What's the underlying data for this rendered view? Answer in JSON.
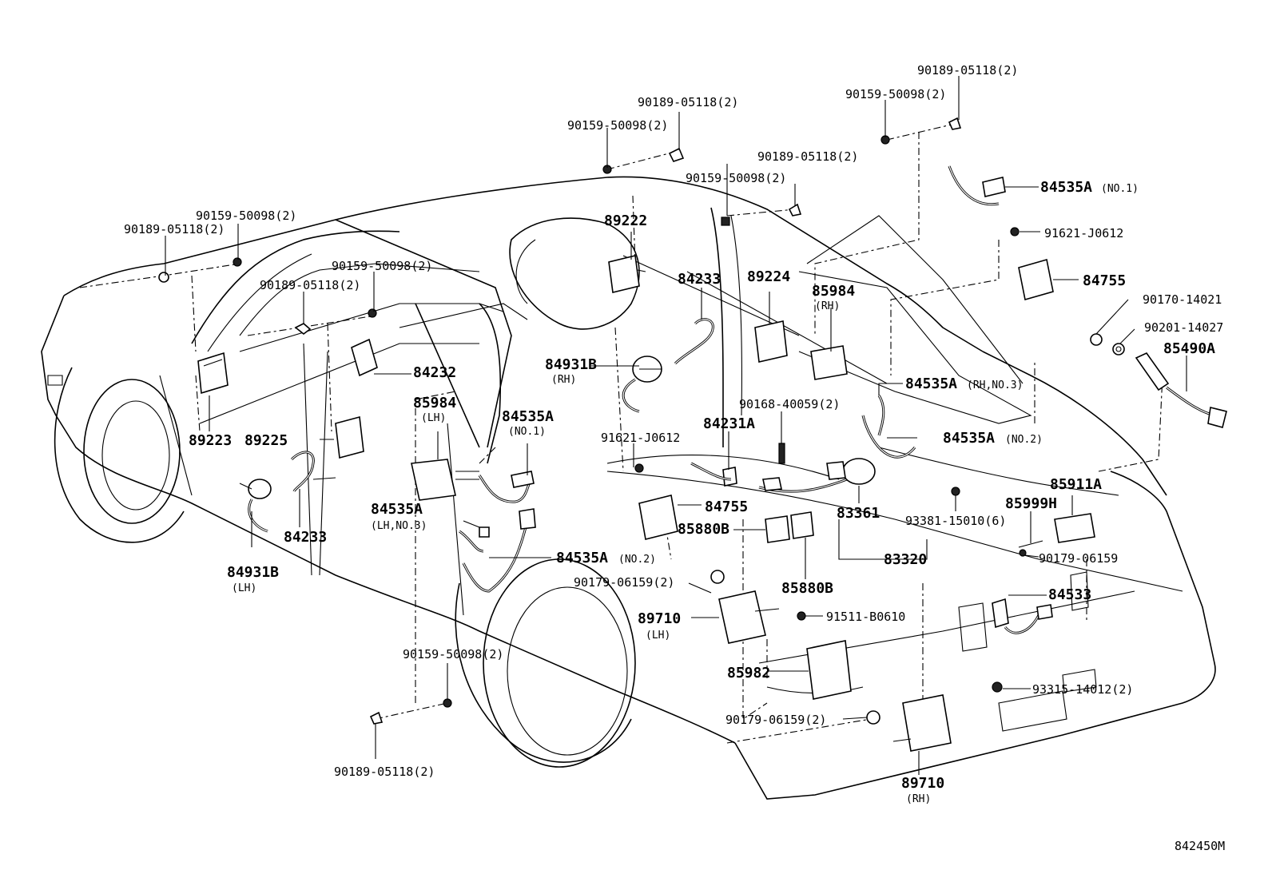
{
  "diagram_code": "842450M",
  "labels": {
    "l01": "90189-05118(2)",
    "l02": "90159-50098(2)",
    "l03": "90189-05118(2)",
    "l04": "90159-50098(2)",
    "l05": "90189-05118(2)",
    "l06": "90159-50098(2)",
    "l07": "84535A",
    "l07s": "(NO.1)",
    "l08": "91621-J0612",
    "l09": "84755",
    "l10": "90170-14021",
    "l11": "90201-14027",
    "l12": "85490A",
    "l13": "90159-50098(2)",
    "l14": "90189-05118(2)",
    "l15": "90159-50098(2)",
    "l16": "90189-05118(2)",
    "l17": "89222",
    "l18": "84233",
    "l19": "89224",
    "l20": "85984",
    "l20s": "(RH)",
    "l21": "84232",
    "l22": "84931B",
    "l22s": "(RH)",
    "l23": "84535A",
    "l23s": "(RH,NO.3)",
    "l24": "90168-40059(2)",
    "l25": "84535A",
    "l25s": "(NO.2)",
    "l26": "85984",
    "l26s": "(LH)",
    "l27": "84535A",
    "l27s": "(NO.1)",
    "l28": "91621-J0612",
    "l29": "84231A",
    "l30": "89223",
    "l31": "89225",
    "l32": "84755",
    "l33": "83361",
    "l34": "93381-15010(6)",
    "l35": "85911A",
    "l36": "85999H",
    "l37": "84535A",
    "l37s": "(LH,NO.3)",
    "l38": "85880B",
    "l39": "84233",
    "l40": "83320",
    "l41": "90179-06159",
    "l42": "84535A",
    "l42s": "(NO.2)",
    "l43": "84931B",
    "l43s": "(LH)",
    "l44": "90179-06159(2)",
    "l45": "85880B",
    "l46": "84533",
    "l47": "89710",
    "l47s": "(LH)",
    "l48": "91511-B0610",
    "l49": "85982",
    "l50": "90159-50098(2)",
    "l51": "93315-14012(2)",
    "l52": "90179-06159(2)",
    "l53": "90189-05118(2)",
    "l54": "89710",
    "l54s": "(RH)"
  }
}
